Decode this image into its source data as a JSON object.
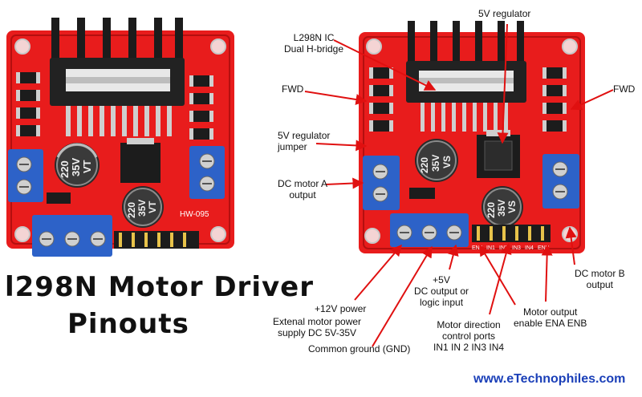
{
  "title": {
    "line1": "l298N Motor Driver",
    "line2": "Pinouts"
  },
  "website": "www.eTechnophiles.com",
  "board_markings": {
    "cap_left_line1": "220",
    "cap_left_line2": "35V",
    "cap_left_line3": "VT",
    "cap_right_line1": "220",
    "cap_right_line2": "35V",
    "cap_right_line3": "VS",
    "module_code": "HW-095",
    "pin_ena": "ENA",
    "pin_in1": "IN1",
    "pin_in2": "IN2",
    "pin_in3": "IN3",
    "pin_in4": "IN4",
    "pin_enb": "ENB"
  },
  "labels": {
    "regulator_5v": "5V regulator",
    "ic_line1": "L298N IC",
    "ic_line2": "Dual H-bridge",
    "fwd_left": "FWD",
    "fwd_right": "FWD",
    "jumper_line1": "5V regulator",
    "jumper_line2": "jumper",
    "motor_a_line1": "DC motor A",
    "motor_a_line2": "output",
    "motor_b_line1": "DC motor B",
    "motor_b_line2": "output",
    "plus5_line1": "+5V",
    "plus5_line2": "DC output or",
    "plus5_line3": "logic input",
    "plus12": "+12V power",
    "ext_line1": "Extenal motor power",
    "ext_line2": "supply DC 5V-35V",
    "gnd": "Common ground (GND)",
    "dir_line1": "Motor direction",
    "dir_line2": "control ports",
    "dir_line3": "IN1 IN 2 IN3 IN4",
    "enable_line1": "Motor output",
    "enable_line2": "enable ENA ENB"
  },
  "colors": {
    "board": "#e81c1c",
    "board_dark": "#b40f0f",
    "terminal": "#2d62c8",
    "heatsink": "#1c1c1c",
    "arrow": "#e01010",
    "url": "#1a3fb8"
  }
}
